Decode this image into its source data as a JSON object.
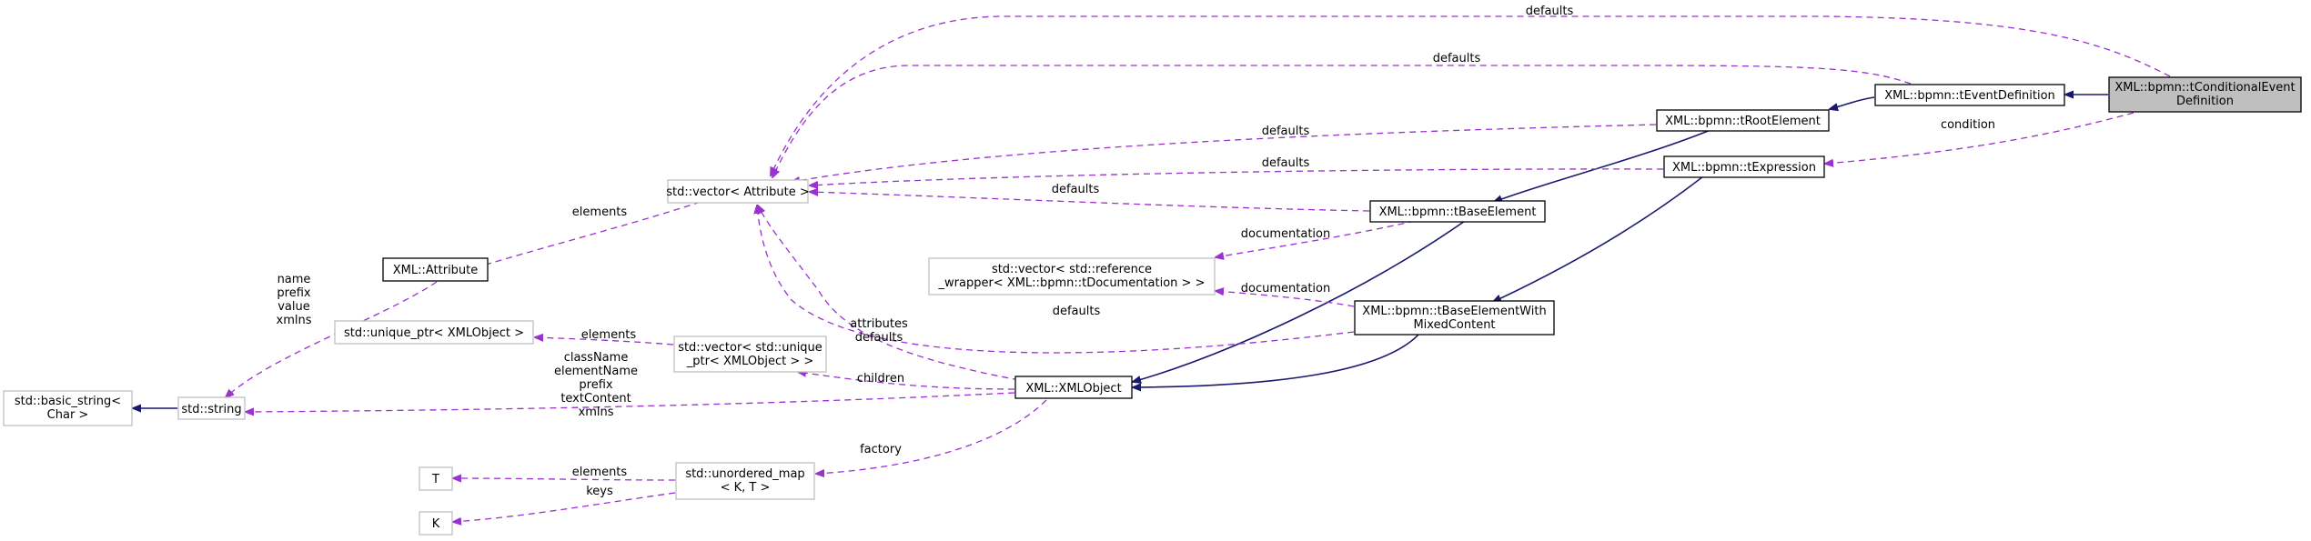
{
  "nodes": {
    "conditional_event_def": {
      "lines": [
        "XML::bpmn::tConditionalEvent",
        "Definition"
      ],
      "style": "focus"
    },
    "event_definition": {
      "lines": [
        "XML::bpmn::tEventDefinition"
      ],
      "style": "solid"
    },
    "root_element": {
      "lines": [
        "XML::bpmn::tRootElement"
      ],
      "style": "solid"
    },
    "expression": {
      "lines": [
        "XML::bpmn::tExpression"
      ],
      "style": "solid"
    },
    "base_element": {
      "lines": [
        "XML::bpmn::tBaseElement"
      ],
      "style": "solid"
    },
    "base_element_mixed": {
      "lines": [
        "XML::bpmn::tBaseElementWith",
        "MixedContent"
      ],
      "style": "solid"
    },
    "xml_object": {
      "lines": [
        "XML::XMLObject"
      ],
      "style": "solid"
    },
    "xml_attribute": {
      "lines": [
        "XML::Attribute"
      ],
      "style": "solid"
    },
    "vector_attribute": {
      "lines": [
        "std::vector< Attribute >"
      ],
      "style": "grey"
    },
    "vector_reference_wrapper": {
      "lines": [
        "std::vector< std::reference",
        "_wrapper< XML::bpmn::tDocumentation > >"
      ],
      "style": "grey"
    },
    "unique_ptr_xmlobject": {
      "lines": [
        "std::unique_ptr< XMLObject >"
      ],
      "style": "grey"
    },
    "vector_unique_ptr": {
      "lines": [
        "std::vector< std::unique",
        "_ptr< XMLObject > >"
      ],
      "style": "grey"
    },
    "basic_string": {
      "lines": [
        "std::basic_string<",
        "Char >"
      ],
      "style": "grey"
    },
    "string": {
      "lines": [
        "std::string"
      ],
      "style": "grey"
    },
    "t_param": {
      "lines": [
        "T"
      ],
      "style": "grey"
    },
    "k_param": {
      "lines": [
        "K"
      ],
      "style": "grey"
    },
    "unordered_map": {
      "lines": [
        "std::unordered_map",
        "< K, T >"
      ],
      "style": "grey"
    }
  },
  "edge_labels": {
    "defaults_top": [
      "defaults"
    ],
    "defaults_event_def": [
      "defaults"
    ],
    "defaults_root": [
      "defaults"
    ],
    "defaults_expression": [
      "defaults"
    ],
    "defaults_base": [
      "defaults"
    ],
    "defaults_mixed": [
      "defaults"
    ],
    "condition": [
      "condition"
    ],
    "documentation_base": [
      "documentation"
    ],
    "documentation_mixed": [
      "documentation"
    ],
    "elements_attribute": [
      "elements"
    ],
    "attribute_members": [
      "name",
      "prefix",
      "value",
      "xmlns"
    ],
    "elements_unique": [
      "elements"
    ],
    "attributes_defaults": [
      "attributes",
      "defaults"
    ],
    "children": [
      "children"
    ],
    "string_members": [
      "className",
      "elementName",
      "prefix",
      "textContent",
      "xmlns"
    ],
    "factory": [
      "factory"
    ],
    "elements_map": [
      "elements"
    ],
    "keys": [
      "keys"
    ]
  },
  "colors": {
    "inheritance_edge": "#191970",
    "usage_edge": "#9a32cd",
    "focus_fill": "#bfbfbf",
    "grey_border": "#bfbfbf"
  }
}
